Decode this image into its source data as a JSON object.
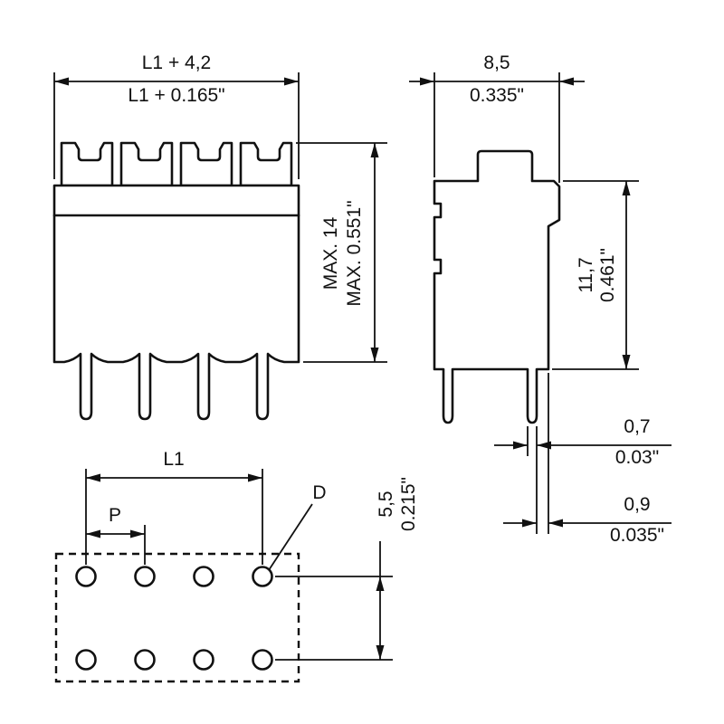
{
  "front": {
    "width_mm": "L1 + 4,2",
    "width_in": "L1 + 0.165\"",
    "height_mm": "MAX. 14",
    "height_in": "MAX. 0.551\""
  },
  "side": {
    "width_mm": "8,5",
    "width_in": "0.335\"",
    "height_mm": "11,7",
    "height_in": "0.461\"",
    "pin_thickness_mm": "0,7",
    "pin_thickness_in": "0.03\"",
    "pin_offset_mm": "0,9",
    "pin_offset_in": "0.035\""
  },
  "footprint": {
    "span_label": "L1",
    "pitch_label": "P",
    "hole_dia_label": "D",
    "row_spacing_mm": "5,5",
    "row_spacing_in": "0.215\""
  },
  "colors": {
    "line": "#111111",
    "background": "#ffffff"
  }
}
